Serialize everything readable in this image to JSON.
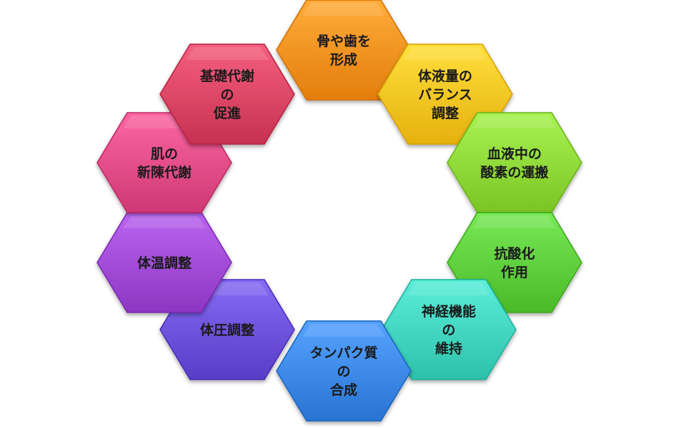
{
  "hexagons": [
    {
      "id": "bone-teeth",
      "lines": [
        "骨や歯を",
        "形成"
      ],
      "color": "#f5901e"
    },
    {
      "id": "fluid-balance",
      "lines": [
        "体液量の",
        "バランス",
        "調整"
      ],
      "color": "#f7c320"
    },
    {
      "id": "oxygen-transport",
      "lines": [
        "血液中の",
        "酸素の運搬"
      ],
      "color": "#8cd636"
    },
    {
      "id": "antioxidant",
      "lines": [
        "抗酸化",
        "作用"
      ],
      "color": "#5ccc3a"
    },
    {
      "id": "nerve-function",
      "lines": [
        "神経機能",
        "の",
        "維持"
      ],
      "color": "#3fd2bd"
    },
    {
      "id": "protein-synthesis",
      "lines": [
        "タンパク質",
        "の",
        "合成"
      ],
      "color": "#3a86e4"
    },
    {
      "id": "blood-pressure",
      "lines": [
        "体圧調整"
      ],
      "color": "#6a4fd8"
    },
    {
      "id": "body-temperature",
      "lines": [
        "体温調整"
      ],
      "color": "#9e48d4"
    },
    {
      "id": "skin-metabolism",
      "lines": [
        "肌の",
        "新陳代謝"
      ],
      "color": "#e04a86"
    },
    {
      "id": "basal-metabolism",
      "lines": [
        "基礎代謝",
        "の",
        "促進"
      ],
      "color": "#d94363"
    }
  ]
}
